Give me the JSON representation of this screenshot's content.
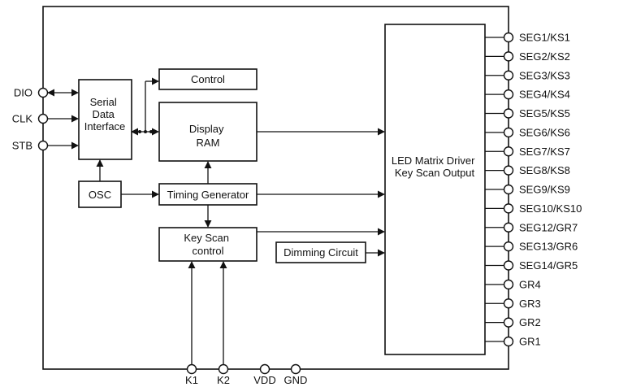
{
  "blocks": {
    "serial": [
      "Serial",
      "Data",
      "Interface"
    ],
    "control": [
      "Control"
    ],
    "display_ram": [
      "Display",
      "RAM"
    ],
    "osc": [
      "OSC"
    ],
    "timing": [
      "Timing Generator"
    ],
    "keyscan": [
      "Key Scan",
      "control"
    ],
    "dimming": [
      "Dimming Circuit"
    ],
    "led": [
      "LED Matrix Driver",
      "Key Scan Output"
    ]
  },
  "left_pins": [
    "DIO",
    "CLK",
    "STB"
  ],
  "bottom_pins": [
    "K1",
    "K2",
    "VDD",
    "GND"
  ],
  "right_pins": [
    "SEG1/KS1",
    "SEG2/KS2",
    "SEG3/KS3",
    "SEG4/KS4",
    "SEG5/KS5",
    "SEG6/KS6",
    "SEG7/KS7",
    "SEG8/KS8",
    "SEG9/KS9",
    "SEG10/KS10",
    "SEG12/GR7",
    "SEG13/GR6",
    "SEG14/GR5",
    "GR4",
    "GR3",
    "GR2",
    "GR1"
  ]
}
